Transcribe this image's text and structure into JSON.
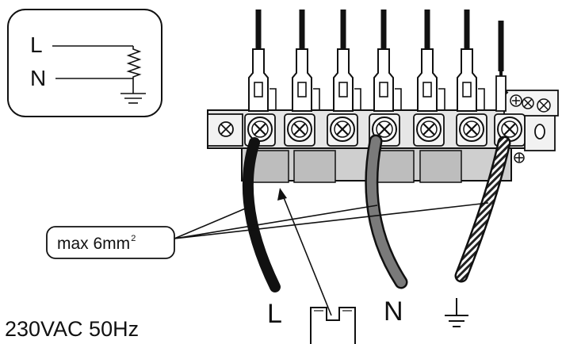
{
  "legend": {
    "line_label": "L",
    "neutral_label": "N"
  },
  "callout": {
    "text": "max 6mm",
    "superscript": "2"
  },
  "wires": {
    "live_label": "L",
    "neutral_label": "N"
  },
  "supply_text": "230VAC 50Hz",
  "colors": {
    "live_wire": "#111111",
    "neutral_wire": "#7a7a7a",
    "terminal_block": "#d8d8d8",
    "outline": "#111111"
  }
}
